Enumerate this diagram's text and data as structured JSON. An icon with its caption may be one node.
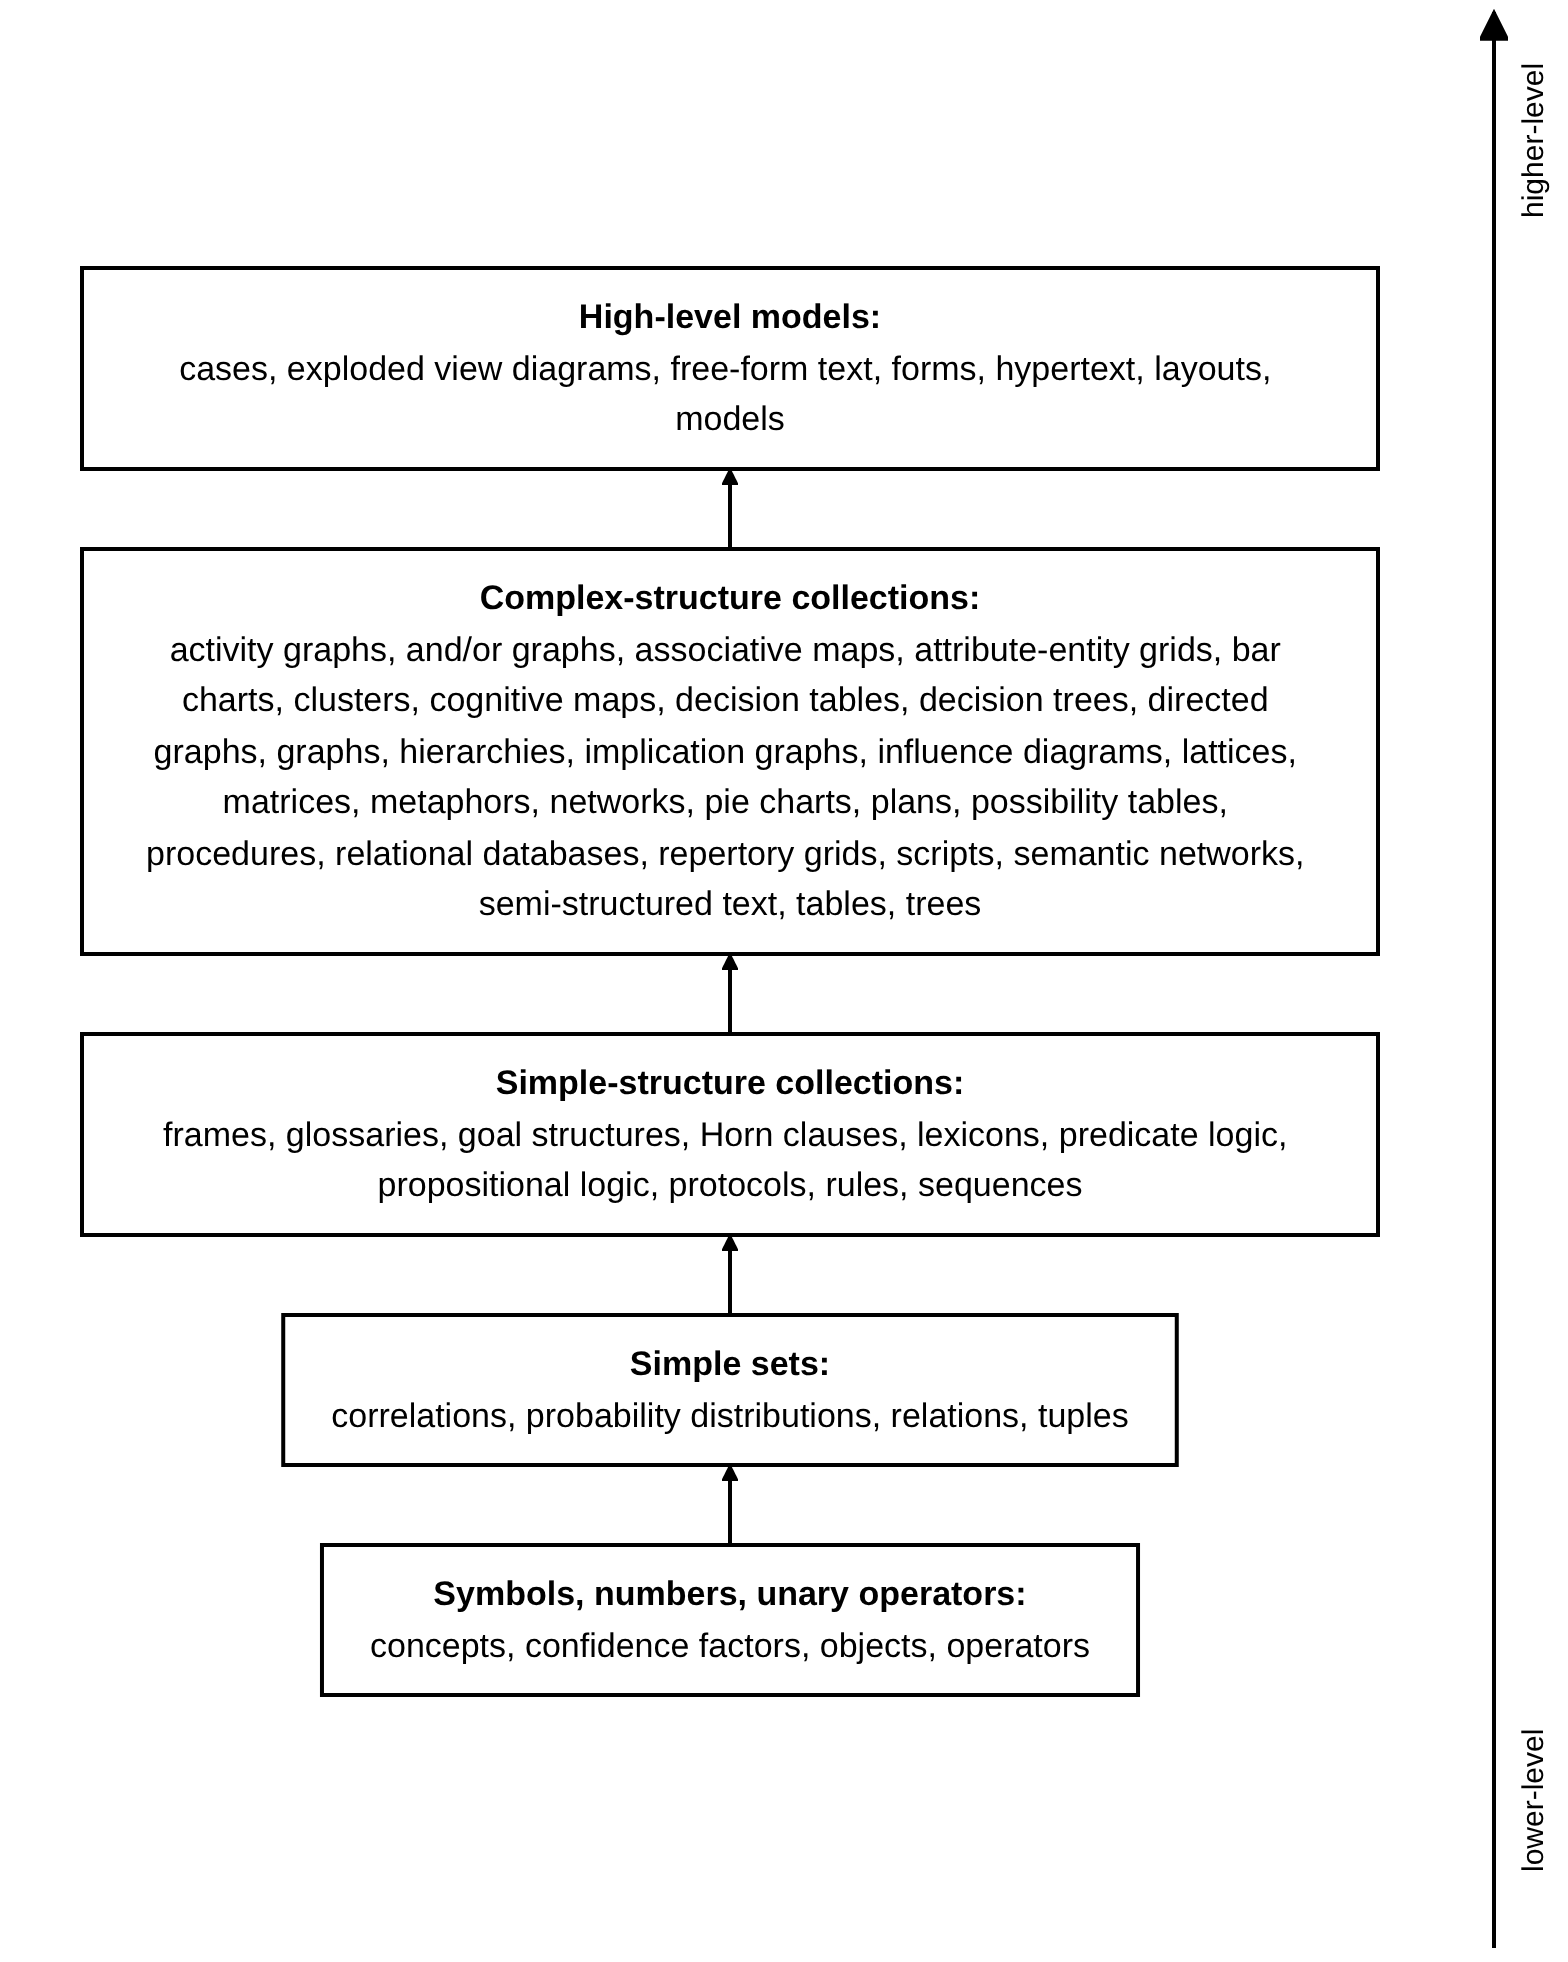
{
  "diagram": {
    "nodes": [
      {
        "text": [
          "High-level models:",
          "cases, exploded view diagrams, free-form text, forms, hypertext, layouts, models"
        ]
      },
      {
        "text": [
          "Complex-structure collections:",
          "activity graphs, and/or graphs, associative maps, attribute-entity grids, bar charts, clusters, cognitive maps, decision tables, decision trees, directed graphs, graphs, hierarchies, implication graphs, influence diagrams, lattices, matrices, metaphors, networks, pie charts, plans, possibility tables, procedures, relational databases, repertory grids, scripts, semantic networks, semi-structured text, tables, trees"
        ]
      },
      {
        "text": [
          "Simple-structure collections:",
          "frames, glossaries, goal structures, Horn clauses, lexicons, predicate logic, propositional logic, protocols, rules, sequences"
        ]
      },
      {
        "text": [
          "Simple sets:",
          "correlations, probability distributions, relations, tuples"
        ]
      },
      {
        "text": [
          "Symbols, numbers, unary operators:",
          "concepts, confidence factors, objects, operators"
        ]
      }
    ],
    "edges": [
      {
        "from": 1,
        "to": 0,
        "arrow": "to"
      },
      {
        "from": 2,
        "to": 1,
        "arrow": "to"
      },
      {
        "from": 3,
        "to": 2,
        "arrow": "to"
      },
      {
        "from": 4,
        "to": 3,
        "arrow": "to"
      }
    ],
    "labels": [
      "higher-level",
      "lower-level"
    ]
  }
}
